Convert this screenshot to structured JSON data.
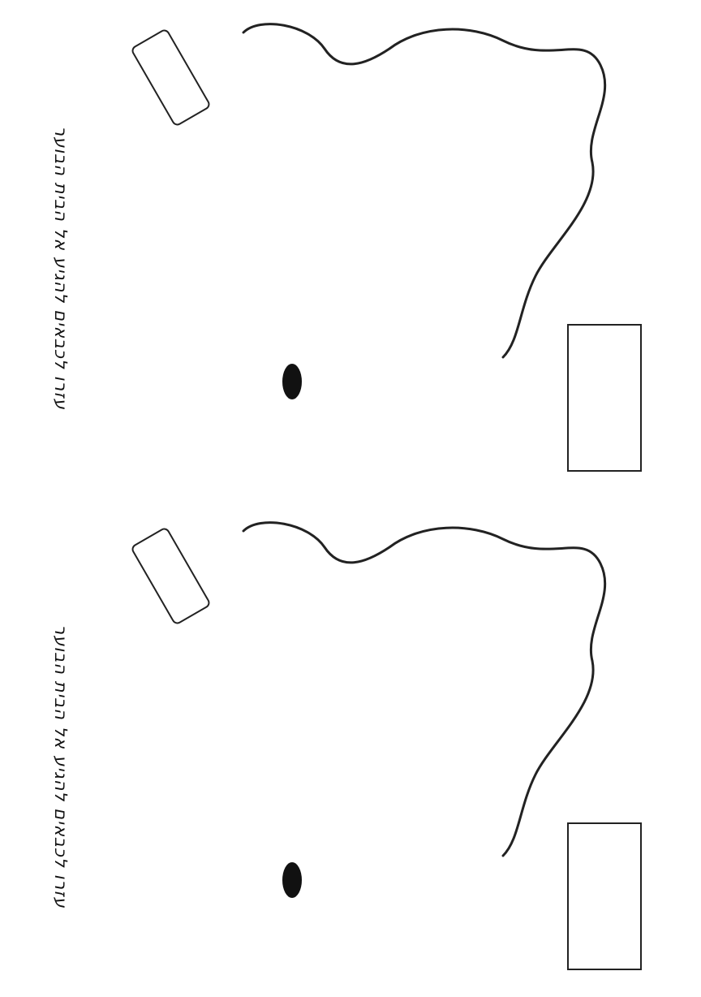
{
  "worksheet": {
    "instruction": "עזרו לכבאים להגיע אל הבית הבוער",
    "panels": [
      {
        "instruction": "עזרו לכבאים להגיע אל הבית הבוער",
        "start_icon": "fire-truck-icon",
        "goal_icon": "burning-house-icon"
      },
      {
        "instruction": "עזרו לכבאים להגיע אל הבית הבוער",
        "start_icon": "fire-truck-icon",
        "goal_icon": "burning-house-icon"
      }
    ]
  }
}
